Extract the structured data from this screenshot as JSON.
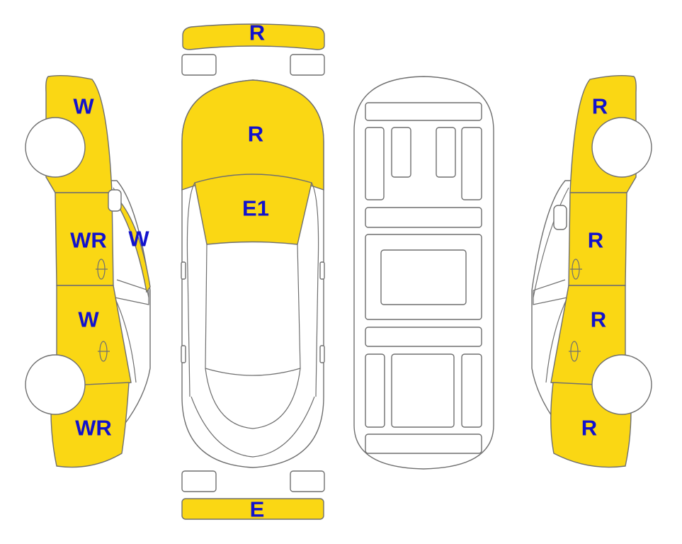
{
  "colors": {
    "damage_fill": "#FAD714",
    "code_text": "#1212CC",
    "outline": "#6F6F6F"
  },
  "codes": {
    "front_bumper": "R",
    "hood": "R",
    "windshield": "E1",
    "rear_bumper": "E",
    "left_front_fender": "W",
    "left_a_pillar": "W",
    "left_front_door": "WR",
    "left_rear_door": "W",
    "left_rear_quarter": "WR",
    "right_front_fender": "R",
    "right_front_door": "R",
    "right_rear_door": "R",
    "right_rear_quarter": "R"
  }
}
